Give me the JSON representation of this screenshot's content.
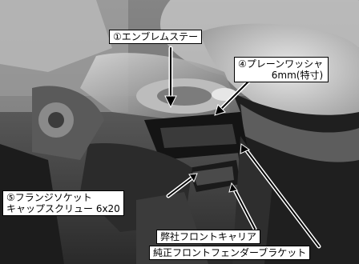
{
  "labels": {
    "emblem_stay": "①エンブレムステー",
    "plain_washer": {
      "line1": "④プレーンワッシャ",
      "line2": "6mm(特寸)"
    },
    "flange_socket": {
      "line1": "⑤フランジソケット",
      "line2": "キャップスクリュー 6x20"
    },
    "company_front_carrier": "弊社フロントキャリア",
    "genuine_front_fender_bracket": "純正フロントフェンダーブラケット"
  },
  "colors": {
    "label_bg": "#ffffff",
    "label_text": "#000000",
    "arrow": "#000000",
    "arrow_outline": "#ffffff"
  }
}
